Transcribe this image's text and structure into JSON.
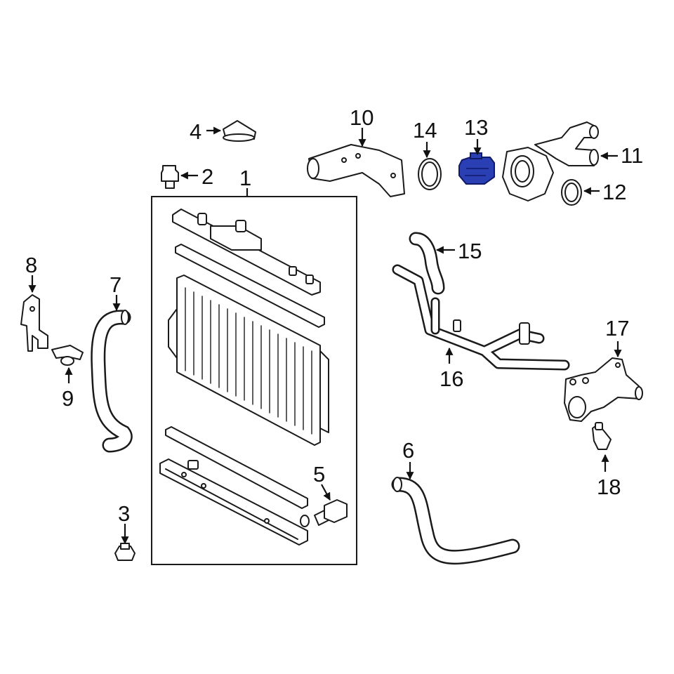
{
  "diagram": {
    "highlight_color": "#2b3fb5",
    "outline_color": "#1a1a1a",
    "highlighted_part": "13",
    "callouts": [
      "1",
      "2",
      "3",
      "4",
      "5",
      "6",
      "7",
      "8",
      "9",
      "10",
      "11",
      "12",
      "13",
      "14",
      "15",
      "16",
      "17",
      "18"
    ]
  }
}
